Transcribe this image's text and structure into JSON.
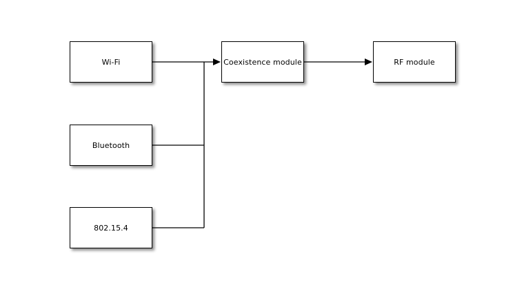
{
  "diagram": {
    "type": "block-diagram",
    "background": "#ffffff",
    "colors": {
      "node_fill": "#ffffff",
      "node_border": "#000000",
      "line": "#000000",
      "shadow": "rgba(0,0,0,0.45)"
    },
    "nodes": [
      {
        "id": "wifi",
        "label": "Wi-Fi"
      },
      {
        "id": "bluetooth",
        "label": "Bluetooth"
      },
      {
        "id": "ieee802154",
        "label": "802.15.4"
      },
      {
        "id": "coexistence",
        "label": "Coexistence module"
      },
      {
        "id": "rf",
        "label": "RF module"
      }
    ],
    "edges": [
      {
        "from": "wifi",
        "to": "coexistence",
        "arrow": true,
        "via": "vertical-bus"
      },
      {
        "from": "bluetooth",
        "to": "vertical-bus",
        "arrow": false
      },
      {
        "from": "ieee802154",
        "to": "vertical-bus",
        "arrow": false
      },
      {
        "from": "coexistence",
        "to": "rf",
        "arrow": true
      }
    ]
  }
}
